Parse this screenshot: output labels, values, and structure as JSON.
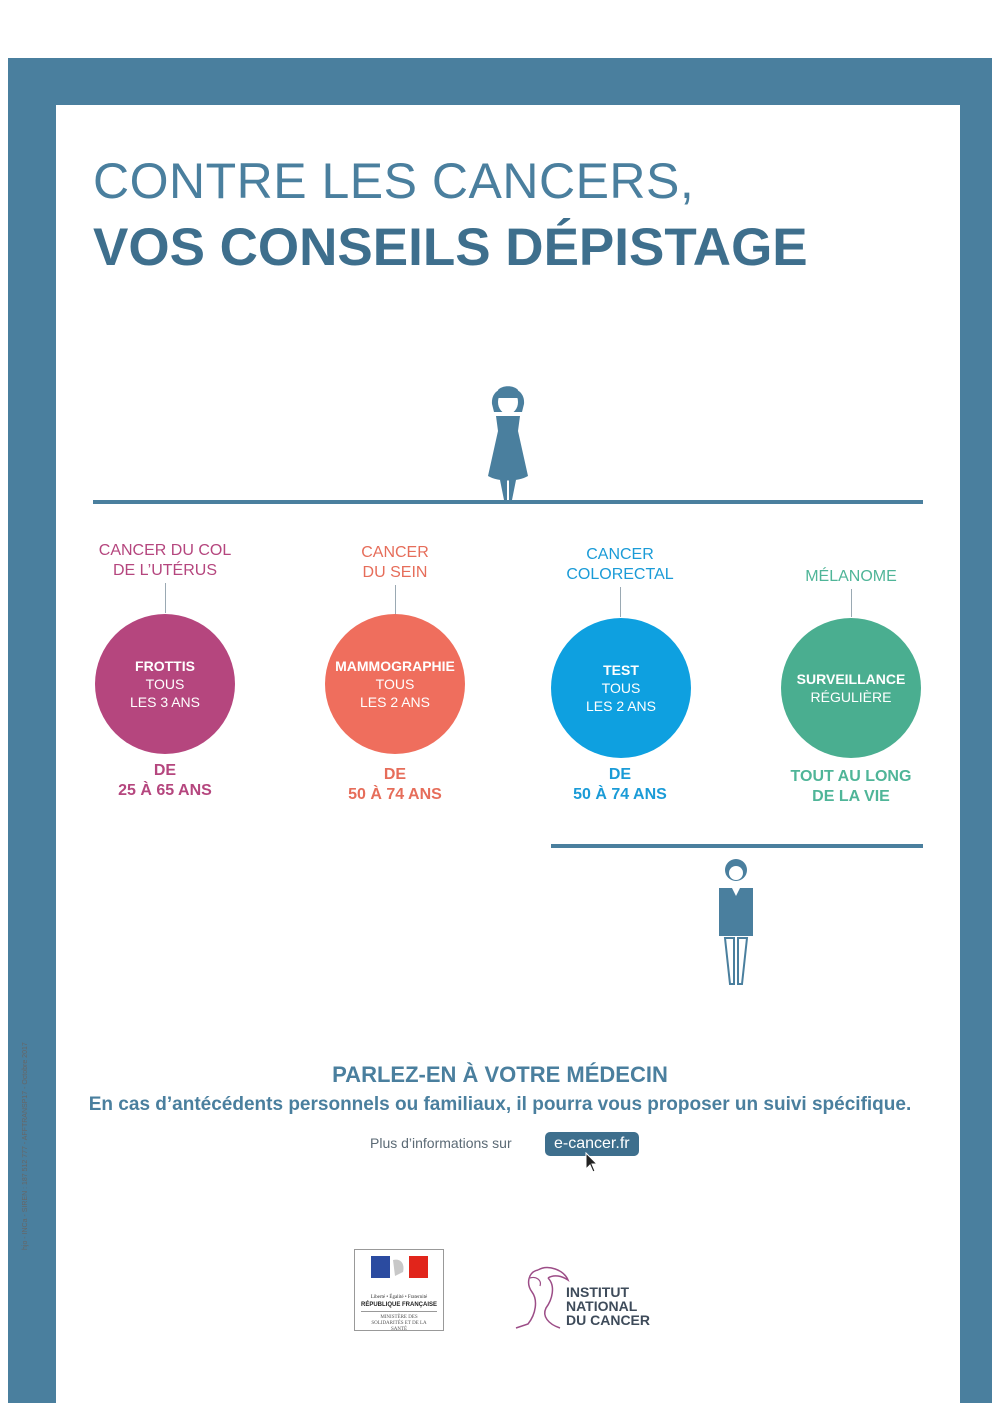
{
  "title": {
    "line1": "CONTRE LES CANCERS,",
    "line2": "VOS CONSEILS DÉPISTAGE"
  },
  "colors": {
    "frame": "#4a7f9e",
    "pink": "#b5467e",
    "coral": "#ef6e5d",
    "blue": "#0ea0e0",
    "green": "#4aae90"
  },
  "screenings": [
    {
      "label": "CANCER DU COL\nDE L’UTÉRUS",
      "exam": "FROTTIS",
      "line1": "TOUS",
      "line2": "LES 3 ANS",
      "age1": "DE",
      "age2": "25 À 65 ANS"
    },
    {
      "label": "CANCER\nDU SEIN",
      "exam": "MAMMOGRAPHIE",
      "line1": "TOUS",
      "line2": "LES 2 ANS",
      "age1": "DE",
      "age2": "50 À 74 ANS"
    },
    {
      "label": "CANCER\nCOLORECTAL",
      "exam": "TEST",
      "line1": "TOUS",
      "line2": "LES 2 ANS",
      "age1": "DE",
      "age2": "50 À 74 ANS"
    },
    {
      "label": "MÉLANOME",
      "exam": "SURVEILLANCE",
      "line1": "RÉGULIÈRE",
      "line2": "",
      "age1": "TOUT AU LONG",
      "age2": "DE LA VIE"
    }
  ],
  "footer": {
    "talk": "PARLEZ-EN À VOTRE MÉDECIN",
    "advice": "En cas d’antécédents personnels ou familiaux, il pourra vous proposer un suivi spécifique.",
    "more": "Plus d’informations sur",
    "link": "e-cancer.fr",
    "side_text": "hjo - INCa - SIREN : 187 512 777 - AFFTRANSP17 - Octobre 2017",
    "republique": "RÉPUBLIQUE FRANÇAISE",
    "devise": "Liberté • Égalité • Fraternité",
    "ministere": "MINISTÈRE DES SOLIDARITÉS ET DE LA SANTÉ",
    "inca_line1": "INSTITUT",
    "inca_line2": "NATIONAL",
    "inca_line3": "DU CANCER"
  }
}
